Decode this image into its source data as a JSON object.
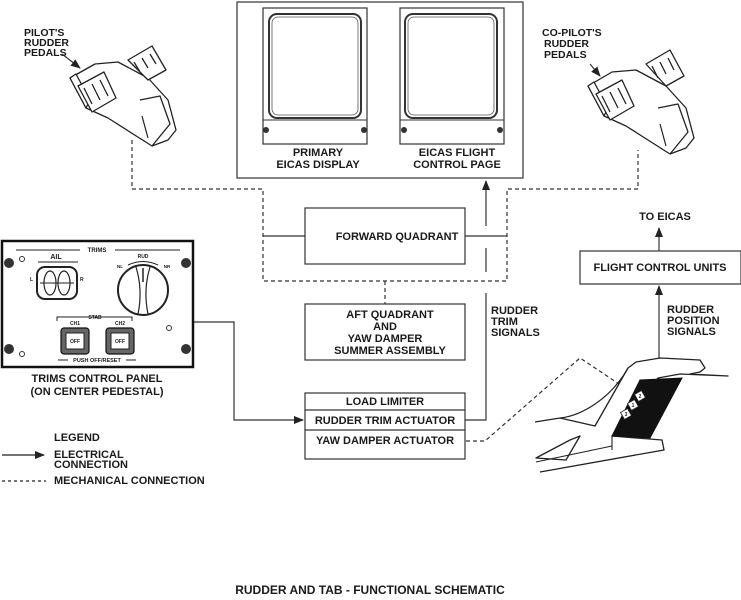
{
  "title": "RUDDER AND TAB - FUNCTIONAL SCHEMATIC",
  "components": {
    "pilot_pedals": [
      "PILOT'S",
      "RUDDER",
      "PEDALS"
    ],
    "copilot_pedals": [
      "CO-PILOT'S",
      "RUDDER",
      "PEDALS"
    ],
    "primary_eicas": [
      "PRIMARY",
      "EICAS DISPLAY"
    ],
    "eicas_flight_control": [
      "EICAS FLIGHT",
      "CONTROL PAGE"
    ],
    "forward_quadrant": "FORWARD QUADRANT",
    "aft_quadrant": [
      "AFT QUADRANT",
      "AND",
      "YAW DAMPER",
      "SUMMER ASSEMBLY"
    ],
    "load_limiter": "LOAD LIMITER",
    "rudder_trim_actuator": "RUDDER TRIM ACTUATOR",
    "yaw_damper_actuator": "YAW DAMPER ACTUATOR",
    "flight_control_units": "FLIGHT CONTROL UNITS",
    "to_eicas": "TO EICAS",
    "rudder_trim_signals": [
      "RUDDER",
      "TRIM",
      "SIGNALS"
    ],
    "rudder_position_signals": [
      "RUDDER",
      "POSITION",
      "SIGNALS"
    ]
  },
  "trims_panel": {
    "caption": [
      "TRIMS CONTROL PANEL",
      "(ON CENTER PEDESTAL)"
    ],
    "header": "TRIMS",
    "ail_label": "AIL",
    "ail_left": "L",
    "ail_right": "R",
    "rud_label": "RUD",
    "rud_left": "NL",
    "rud_right": "NR",
    "stab_label": "STAB",
    "ch1_label": "CH1",
    "ch2_label": "CH2",
    "ch1_button": "OFF",
    "ch2_button": "OFF",
    "push_label": "PUSH OFF/RESET"
  },
  "tail_sensors": [
    "1",
    "2",
    "3"
  ],
  "legend": {
    "title": "LEGEND",
    "electrical": [
      "ELECTRICAL",
      "CONNECTION"
    ],
    "mechanical": "MECHANICAL CONNECTION"
  }
}
